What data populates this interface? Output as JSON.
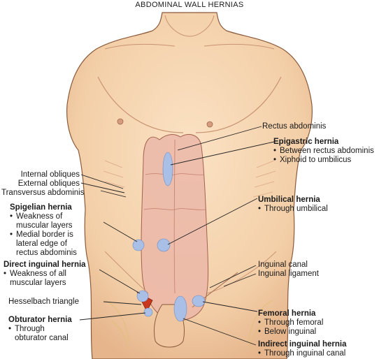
{
  "title": "ABDOMINAL WALL HERNIAS",
  "colors": {
    "skin": "#f6d6b2",
    "skin_shadow": "#e3b48c",
    "outline": "#8a5a3a",
    "rectus": "#eab5a6",
    "hernia": "#a9bfe6",
    "hesselbach": "#c9361e",
    "leader": "#222222"
  },
  "labels": {
    "rectus_abdominis": "Rectus abdominis",
    "epigastric": {
      "name": "Epigastric hernia",
      "items": [
        "Between rectus abdominis",
        "Xiphoid to umbilicus"
      ]
    },
    "obliques": [
      "Internal obliques",
      "External obliques",
      "Transversus abdominis"
    ],
    "spigelian": {
      "name": "Spigelian hernia",
      "items": [
        "Weakness of muscular layers",
        "Medial border is lateral edge of rectus abdominis"
      ],
      "lines": [
        [
          "Weakness of",
          "muscular layers"
        ],
        [
          "Medial border is",
          "lateral edge of",
          "rectus abdominis"
        ]
      ]
    },
    "umbilical": {
      "name": "Umbilical hernia",
      "items": [
        "Through umbilical"
      ]
    },
    "direct_inguinal": {
      "name": "Direct inguinal hernia",
      "items": [
        "Weakness of all muscular layers"
      ],
      "lines": [
        [
          "Weakness of all",
          "muscular layers"
        ]
      ]
    },
    "inguinal_canal": "Inguinal canal",
    "inguinal_ligament": "Inguinal ligament",
    "hesselbach": "Hesselbach triangle",
    "obturator": {
      "name": "Obturator hernia",
      "items": [
        "Through obturator canal"
      ],
      "lines": [
        [
          "Through",
          "obturator canal"
        ]
      ]
    },
    "femoral": {
      "name": "Femoral hernia",
      "items": [
        "Through femoral",
        "Below inguinal"
      ]
    },
    "indirect_inguinal": {
      "name": "Indirect inguinal hernia",
      "items": [
        "Through inguinal canal"
      ]
    }
  }
}
